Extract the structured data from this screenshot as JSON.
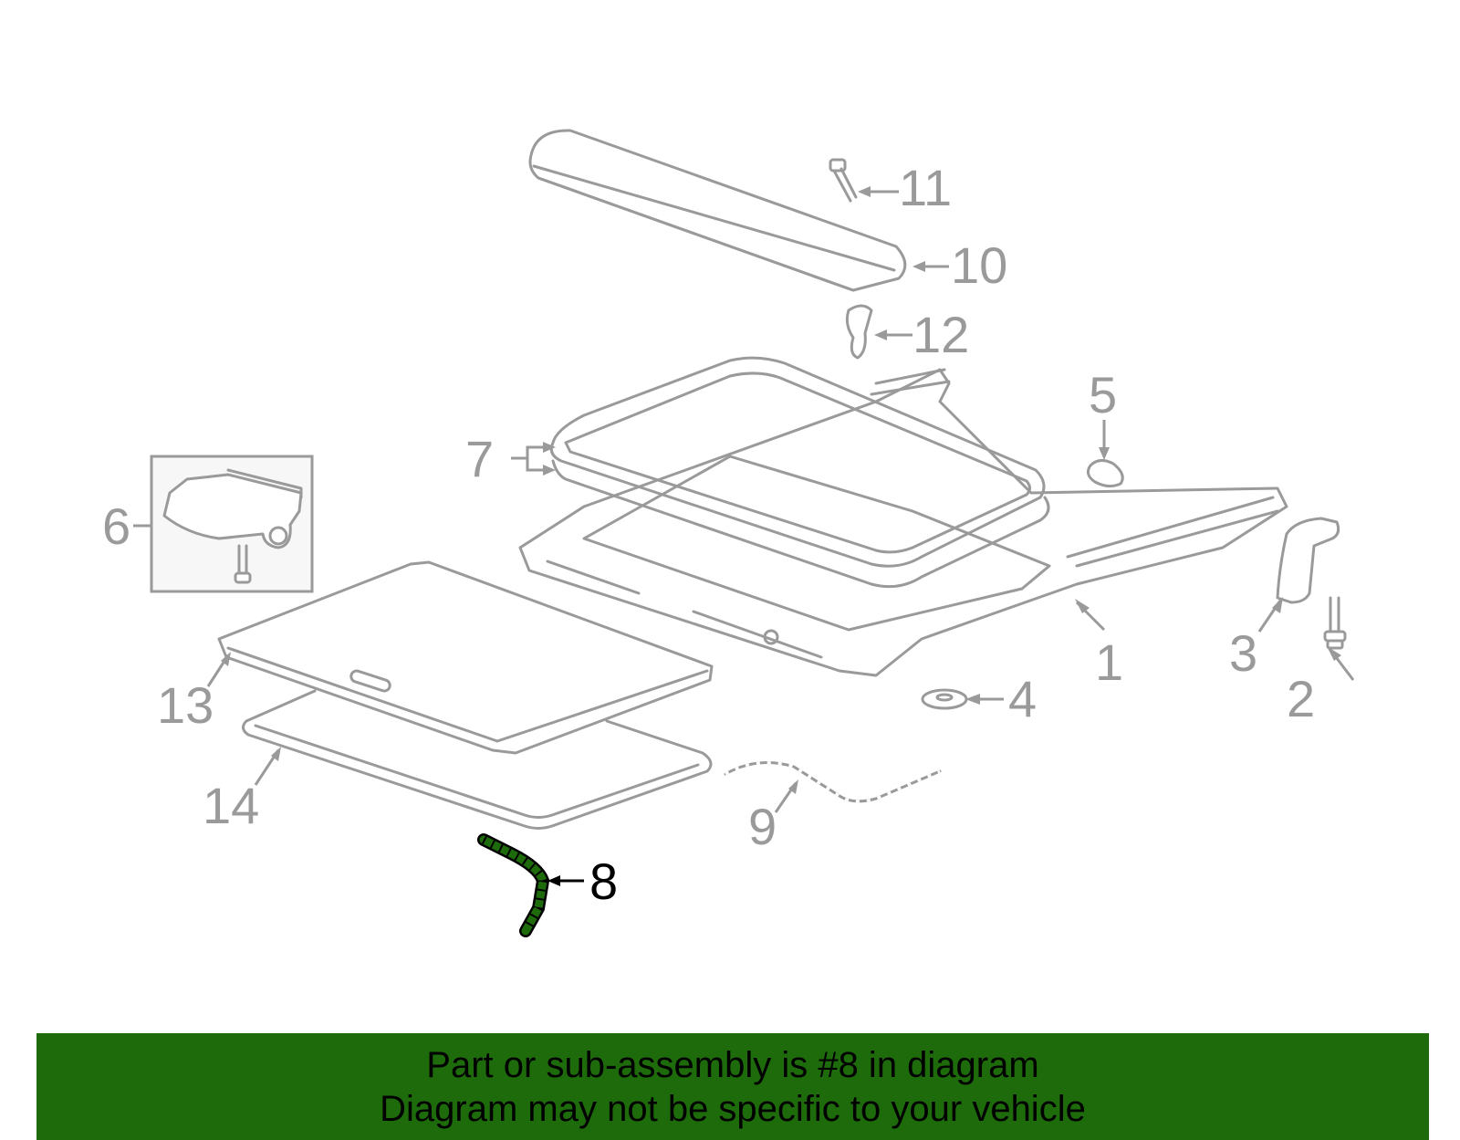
{
  "diagram": {
    "highlight_color": "#1e6b0c",
    "part_color": "#9a9a9a",
    "callouts": {
      "c1": "1",
      "c2": "2",
      "c3": "3",
      "c4": "4",
      "c5": "5",
      "c6": "6",
      "c7": "7",
      "c8": "8",
      "c9": "9",
      "c10": "10",
      "c11": "11",
      "c12": "12",
      "c13": "13",
      "c14": "14"
    }
  },
  "banner": {
    "line1": "Part or sub-assembly is #8 in diagram",
    "line2": "Diagram may not be specific to your vehicle",
    "background": "#1e6b0c"
  }
}
